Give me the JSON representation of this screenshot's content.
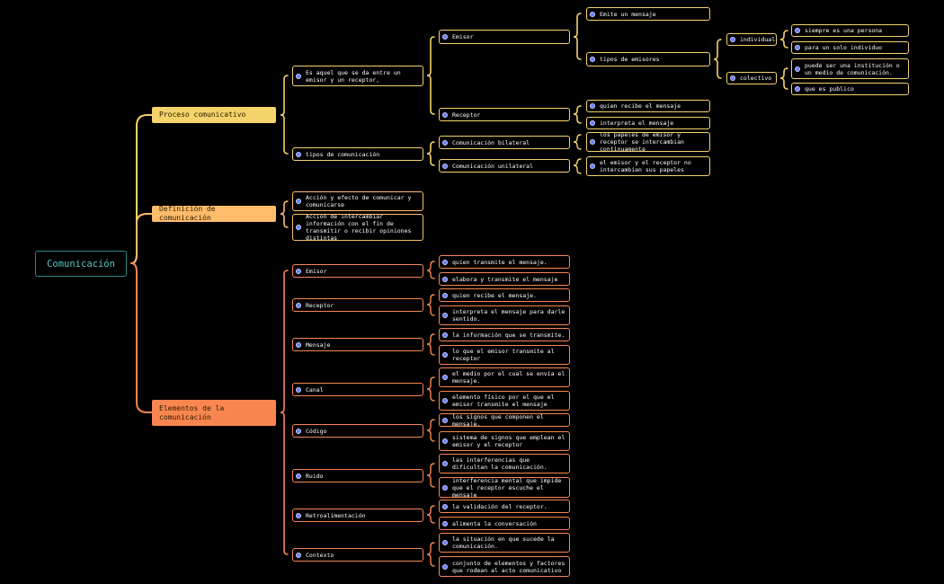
{
  "colors": {
    "background": "#000000",
    "root_border": "#2a8a8a",
    "root_text": "#52c4c4",
    "yellow": "#f4d36a",
    "orange_light": "#ffbc6b",
    "orange": "#f98650",
    "dot": "#6a7bff"
  },
  "root": {
    "label": "Comunicación"
  },
  "categories": [
    {
      "key": "proceso",
      "label": "Proceso comunicativo",
      "color": "#f4d36a"
    },
    {
      "key": "definicion",
      "label": "Definición de comunicación",
      "color": "#ffbc6b"
    },
    {
      "key": "elementos",
      "label": "Elementos de la comunicación",
      "color": "#f98650"
    }
  ],
  "proceso": {
    "es_aquel": " Es aquel que se da entre un emisor y un receptor,",
    "emisor": "Emisor",
    "emite": "Emite un mensaje",
    "tipos_emisores": "tipos de emisores",
    "individual": "individual",
    "siempre": "siempre es una persona",
    "para_uno": "para un solo individuo",
    "colectivo": "colectivo",
    "puede_ser": "puede ser una institución o un medio de comunicación.",
    "publico": "que es publico",
    "receptor": "Receptor",
    "quien_recibe": "quien recibe el mensaje",
    "interpreta": "interpreta el mensaje",
    "tipos_comunicacion": "tipos de comunicación",
    "bilateral": "Comunicación bilateral",
    "bilateral_desc": "los papeles de emisor y receptor se intercambian continuamente",
    "unilateral": "Comunicación unilateral",
    "unilateral_desc": "el emisor y el receptor no intercambian sus papeles"
  },
  "definicion": {
    "accion_efecto": "Acción y efecto de comunicar y comunicarse",
    "accion_intercambiar": "Acción de intercambiar información con el fin de transmitir o recibir opiniones distintas"
  },
  "elementos": [
    {
      "label": "Emisor",
      "details": [
        "quien transmite el mensaje.",
        "elabora y transmite el mensaje"
      ]
    },
    {
      "label": "Receptor",
      "details": [
        "quien recibe el mensaje.",
        "interpreta el mensaje para darle sentido."
      ]
    },
    {
      "label": "Mensaje",
      "details": [
        "la información que se transmite.",
        " lo que el emisor transmite al receptor"
      ]
    },
    {
      "label": "Canal",
      "details": [
        "el medio por el cual se envía el mensaje.",
        "elemento físico por el que el emisor transmite el mensaje"
      ]
    },
    {
      "label": "Código",
      "details": [
        "los signos que componen el mensaje.",
        "sistema de signos que emplean el emisor y el receptor"
      ]
    },
    {
      "label": "Ruido",
      "details": [
        "las interferencias que dificultan la comunicación.",
        "interferencia mental que impide que el receptor escuche el mensaje"
      ]
    },
    {
      "label": "Retroalimentación",
      "details": [
        "la validación del receptor.",
        "alimenta la conversación"
      ]
    },
    {
      "label": "Contexto",
      "details": [
        "la situación en que sucede la comunicación.",
        "conjunto de elementos y factores que rodean al acto comunicativo"
      ]
    }
  ]
}
